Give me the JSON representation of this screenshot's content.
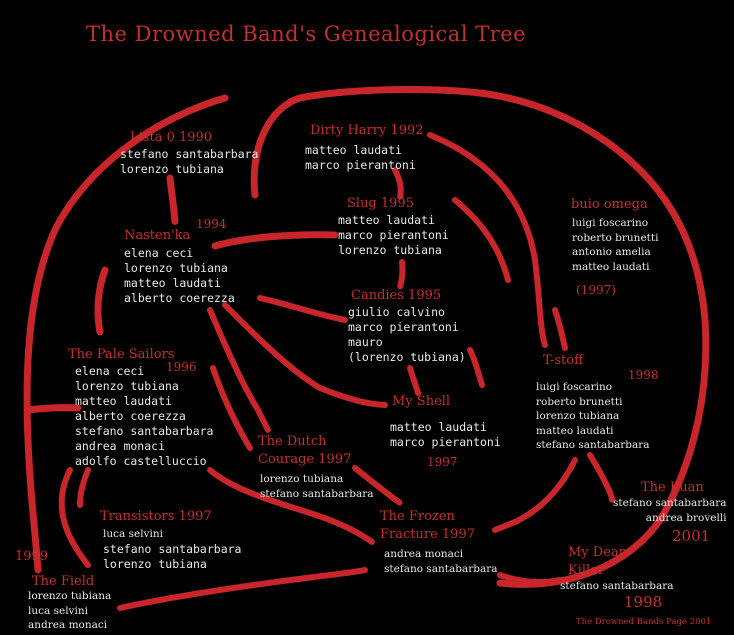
{
  "title": "The Drowned Band's Genealogical  Tree",
  "footer": "The Drowned Bands Page 2001",
  "colors": {
    "background": "#000000",
    "line": "#c8262a",
    "label": "#c4302e",
    "names": "#e8e8e8"
  },
  "bands": {
    "lista0": {
      "name": "Lista 0 1990",
      "members": [
        "stefano santabarbara",
        "lorenzo tubiana"
      ]
    },
    "dirtyharry": {
      "name": "Dirty Harry 1992",
      "members": [
        "matteo laudati",
        "marco pierantoni"
      ]
    },
    "slug": {
      "name": "Slug 1995",
      "members": [
        "matteo laudati",
        "marco pierantoni",
        "lorenzo tubiana"
      ]
    },
    "nastenka": {
      "name": "Nasten'ka",
      "year": "1994",
      "members": [
        "elena ceci",
        "lorenzo tubiana",
        "matteo laudati",
        "alberto coerezza"
      ]
    },
    "buioomega": {
      "name": "buio omega",
      "members": [
        "luigi foscarino",
        "roberto brunetti",
        "antonio amelia",
        "matteo laudati"
      ],
      "year": "(1997)"
    },
    "candies": {
      "name": "Candies 1995",
      "members": [
        "giulio calvino",
        "marco pierantoni",
        "mauro",
        "(lorenzo tubiana)"
      ]
    },
    "palesailors": {
      "name": "The Pale Sailors",
      "year": "1996",
      "members": [
        "elena ceci",
        "lorenzo tubiana",
        "matteo laudati",
        "alberto coerezza",
        "stefano santabarbara",
        "andrea monaci",
        "adolfo castelluccio"
      ]
    },
    "tstoff": {
      "name": "T-stoff",
      "year": "1998",
      "members": [
        "luigi foscarino",
        "roberto brunetti",
        "lorenzo tubiana",
        "matteo laudati",
        "stefano santabarbara"
      ]
    },
    "myshell": {
      "name": "My Shell",
      "members": [
        "matteo laudati",
        "marco pierantoni"
      ],
      "year": "1997"
    },
    "dutchcourage": {
      "name_line1": "The Dutch",
      "name_line2": "Courage 1997",
      "members": [
        "lorenzo tubiana",
        "stefano santabarbara"
      ]
    },
    "kuan": {
      "name": "The Kuan",
      "members": [
        "stefano santabarbara",
        "andrea brovelli"
      ],
      "year": "2001"
    },
    "transistors": {
      "name": "Transistors 1997",
      "members": [
        "luca selvini",
        "stefano santabarbara",
        "lorenzo tubiana"
      ]
    },
    "frozenfracture": {
      "name_line1": "The Frozen",
      "name_line2": "Fracture 1997",
      "members": [
        "andrea monaci",
        "stefano santabarbara"
      ]
    },
    "mydearkiller": {
      "name_line1": "My Dear",
      "name_line2": "Killer",
      "members": [
        "stefano santabarbara"
      ],
      "year": "1998"
    },
    "thefield": {
      "name": "The Field",
      "year": "1999",
      "members": [
        "lorenzo tubiana",
        "luca selvini",
        "andrea monaci"
      ]
    }
  }
}
